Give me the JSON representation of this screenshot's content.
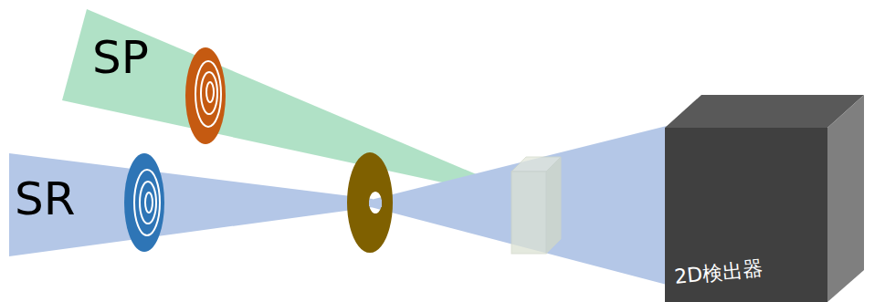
{
  "diagram": {
    "nodes": [
      {
        "text": [
          "2D検出器"
        ]
      }
    ],
    "labels": [
      "SP",
      "SR"
    ]
  }
}
